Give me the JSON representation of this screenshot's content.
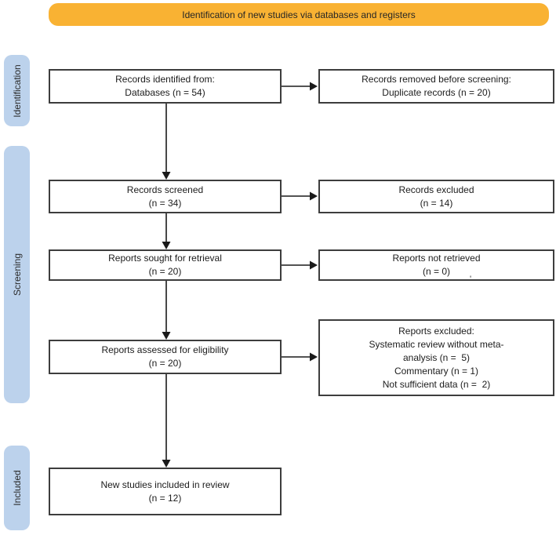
{
  "banner": {
    "label": "Identification of new studies via databases and registers"
  },
  "stage_labels": {
    "identification": "Identification",
    "screening": "Screening",
    "included": "Included"
  },
  "boxes": {
    "records_identified": {
      "lines": [
        "Records identified from:",
        "Databases (n = 54)"
      ]
    },
    "records_removed": {
      "lines": [
        "Records removed before screening:",
        "Duplicate records (n = 20)"
      ]
    },
    "records_screened": {
      "lines": [
        "Records screened",
        "(n = 34)"
      ]
    },
    "records_excluded": {
      "lines": [
        "Records excluded",
        "(n = 14)"
      ]
    },
    "reports_sought": {
      "lines": [
        "Reports sought for retrieval",
        "(n = 20)"
      ]
    },
    "reports_not_retrieved": {
      "lines": [
        "Reports not retrieved",
        "(n = 0)"
      ]
    },
    "reports_assessed": {
      "lines": [
        "Reports assessed for eligibility",
        "(n = 20)"
      ]
    },
    "reports_excluded": {
      "lines": [
        "Reports excluded:",
        "Systematic review without meta-",
        "analysis (n =  5)",
        "Commentary (n = 1)",
        "Not sufficient data (n =  2)"
      ]
    },
    "new_studies_included": {
      "lines": [
        "New studies included in review",
        "(n = 12)"
      ]
    }
  },
  "stray_mark": "'",
  "colors": {
    "banner_bg": "#F9B233",
    "stage_bg": "#BCD2EC",
    "box_border": "#3D3D3D",
    "arrow": "#1A1A1A"
  }
}
